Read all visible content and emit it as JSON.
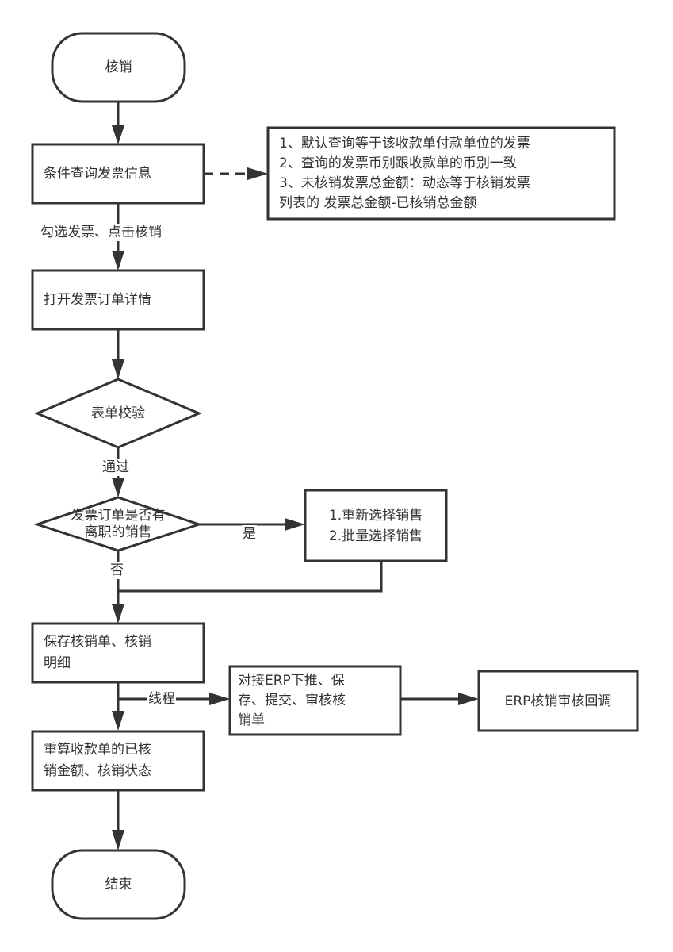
{
  "diagram": {
    "type": "flowchart",
    "nodes": {
      "start": {
        "shape": "terminator",
        "label": "核销"
      },
      "query": {
        "shape": "process",
        "label": "条件查询发票信息"
      },
      "note": {
        "shape": "annotation",
        "lines": [
          "1、默认查询等于该收款单付款单位的发票",
          "2、查询的发票币别跟收款单的币别一致",
          "3、未核销发票总金额：动态等于核销发票",
          "列表的 发票总金额-已核销总金额"
        ]
      },
      "open_detail": {
        "shape": "process",
        "label": "打开发票订单详情"
      },
      "validate": {
        "shape": "decision",
        "label": "表单校验"
      },
      "check_sales": {
        "shape": "decision",
        "lines": [
          "发票订单是否有",
          "离职的销售"
        ]
      },
      "reselect": {
        "shape": "process",
        "lines": [
          "1.重新选择销售",
          "2.批量选择销售"
        ]
      },
      "save": {
        "shape": "process",
        "lines": [
          "保存核销单、核销",
          "明细"
        ]
      },
      "erp_push": {
        "shape": "process",
        "lines": [
          "对接ERP下推、保",
          "存、提交、审核核",
          "销单"
        ]
      },
      "erp_callback": {
        "shape": "process",
        "label": "ERP核销审核回调"
      },
      "recalc": {
        "shape": "process",
        "lines": [
          "重算收款单的已核",
          "销金额、核销状态"
        ]
      },
      "end": {
        "shape": "terminator",
        "label": "结束"
      }
    },
    "edges": [
      {
        "from": "start",
        "to": "query",
        "label": ""
      },
      {
        "from": "query",
        "to": "note",
        "label": "",
        "style": "dashed"
      },
      {
        "from": "query",
        "to": "open_detail",
        "label": "勾选发票、点击核销"
      },
      {
        "from": "open_detail",
        "to": "validate",
        "label": ""
      },
      {
        "from": "validate",
        "to": "check_sales",
        "label": "通过"
      },
      {
        "from": "check_sales",
        "to": "reselect",
        "label": "是"
      },
      {
        "from": "check_sales",
        "to": "save",
        "label": "否"
      },
      {
        "from": "reselect",
        "to": "save",
        "label": ""
      },
      {
        "from": "save",
        "to": "erp_push",
        "label": "线程"
      },
      {
        "from": "erp_push",
        "to": "erp_callback",
        "label": ""
      },
      {
        "from": "save",
        "to": "recalc",
        "label": ""
      },
      {
        "from": "recalc",
        "to": "end",
        "label": ""
      }
    ]
  },
  "colors": {
    "stroke": "#333333",
    "text": "#333333",
    "background": "#ffffff"
  }
}
